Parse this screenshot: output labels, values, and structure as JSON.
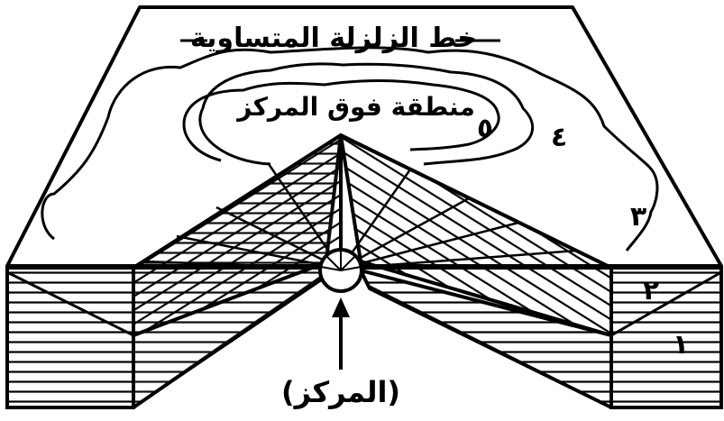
{
  "labels": {
    "isoseismal_line": "خط الزلزلة المتساوية",
    "epicenter_region": "منطقة فوق المركز",
    "focus": "(المركز)"
  },
  "zone_numbers": {
    "zone_5": "٥",
    "zone_4": "٤",
    "zone_3": "٣",
    "zone_2": "٢",
    "zone_1": "١"
  },
  "colors": {
    "ink": "#000000",
    "paper": "#ffffff"
  }
}
